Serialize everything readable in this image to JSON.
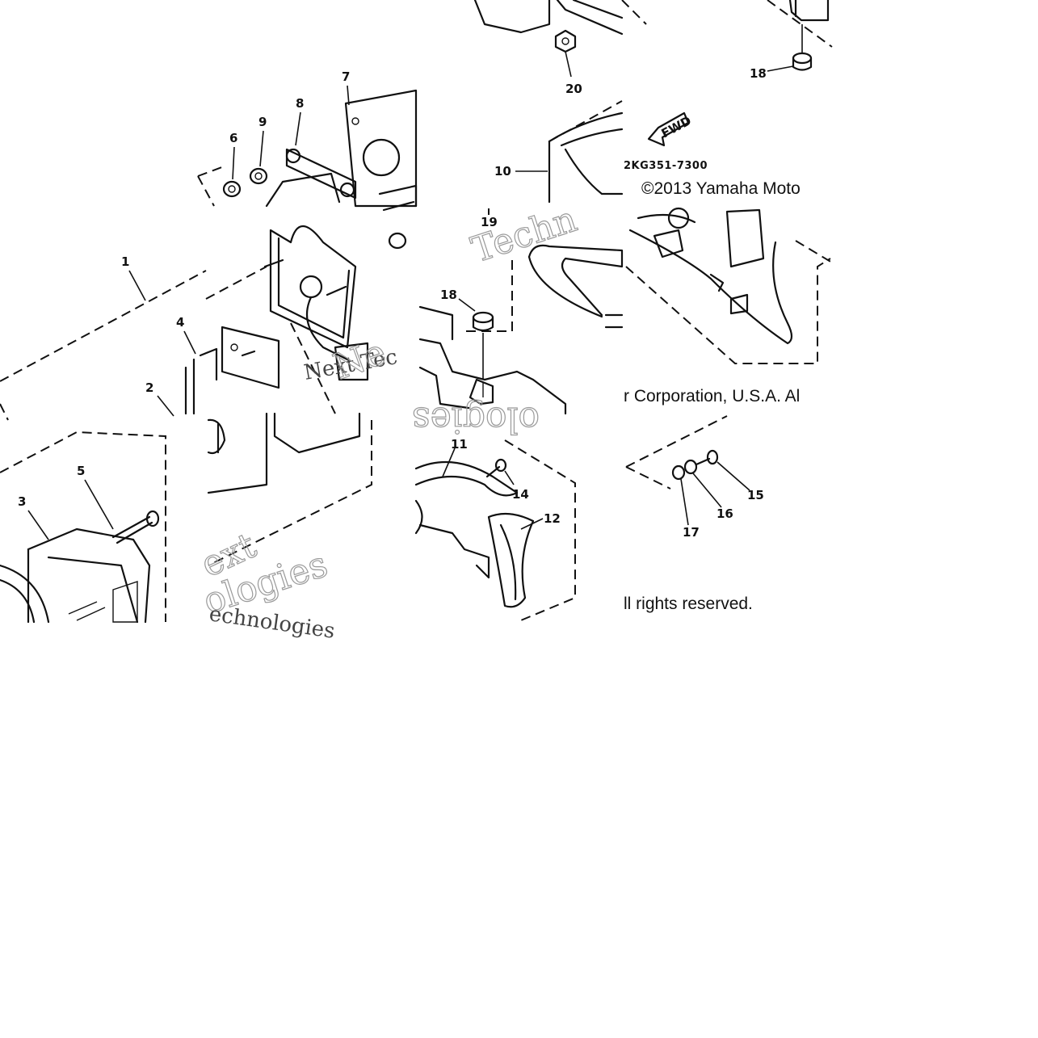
{
  "diagram": {
    "callouts": [
      "1",
      "2",
      "3",
      "4",
      "5",
      "6",
      "7",
      "8",
      "9",
      "10",
      "11",
      "12",
      "14",
      "15",
      "16",
      "17",
      "18",
      "18",
      "19",
      "20"
    ],
    "part_code": "2KG351-7300",
    "fwd_label": "FWD",
    "copyright": {
      "line1": "©2013 Yamaha Moto",
      "line2": "r Corporation, U.S.A. Al",
      "line3": "ll rights reserved."
    },
    "watermarks": [
      "Techn",
      "Next Tec",
      "ologies",
      "ext",
      "ologies",
      "echnologies",
      "Ne"
    ]
  }
}
